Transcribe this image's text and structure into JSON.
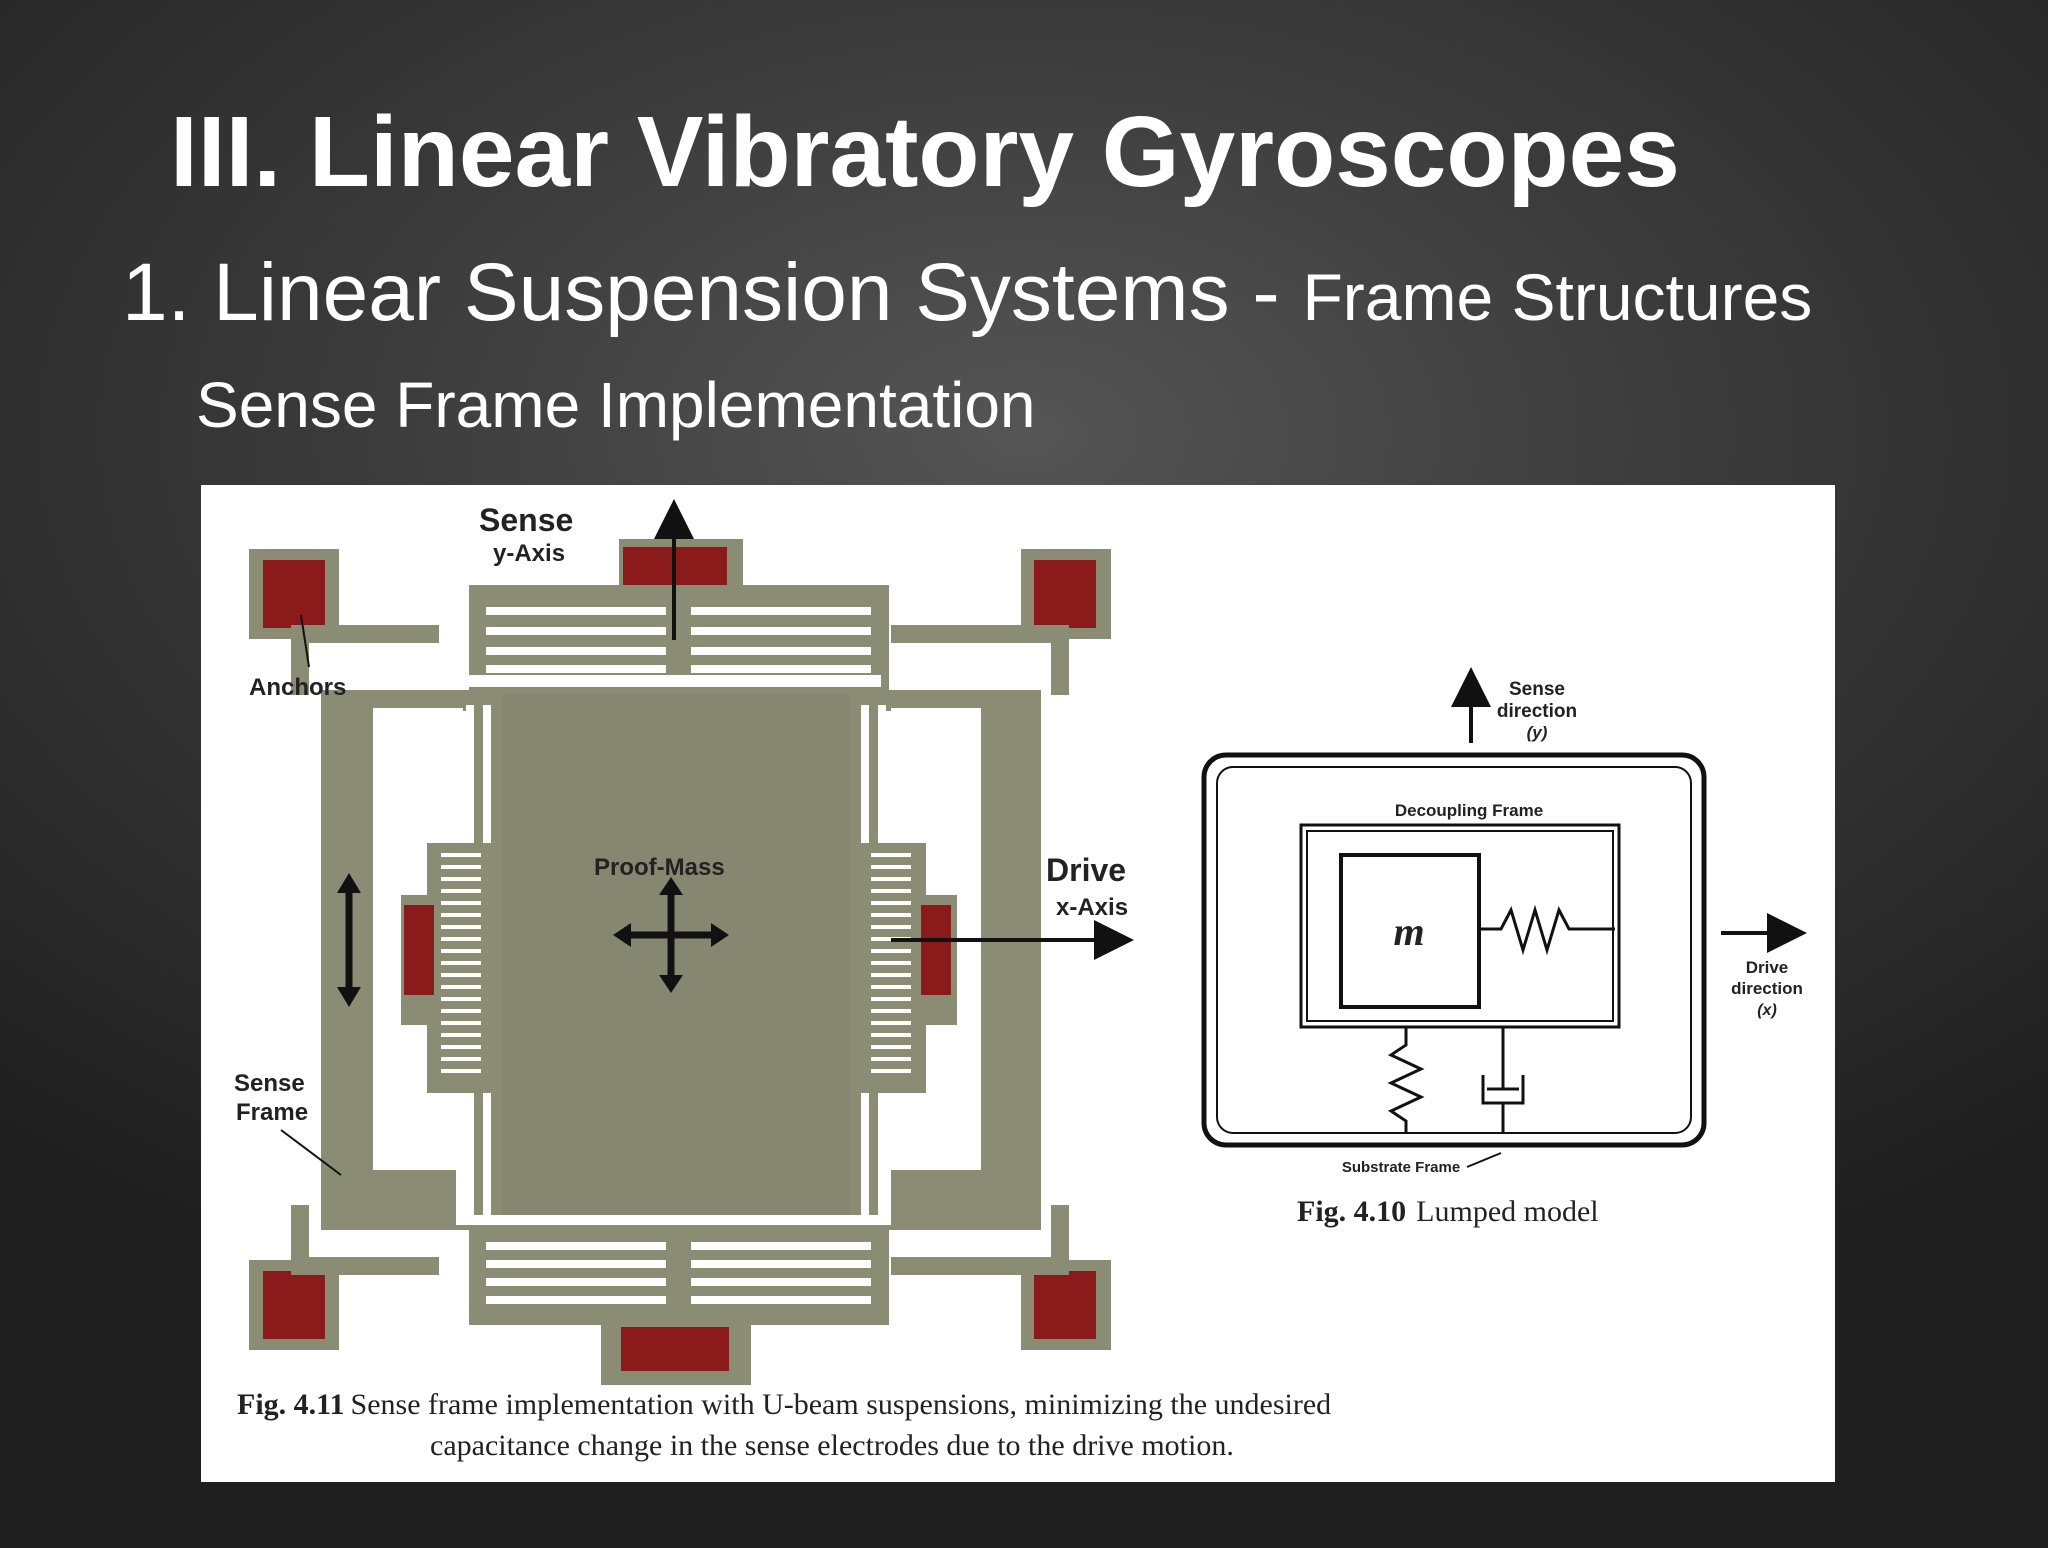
{
  "slide": {
    "title": "III. Linear Vibratory Gyroscopes",
    "subtitle_main": "1. Linear Suspension Systems - ",
    "subtitle_small": "Frame Structures",
    "subsubtitle": "Sense Frame Implementation"
  },
  "figure_4_11": {
    "labels": {
      "sense": "Sense",
      "y_axis": "y-Axis",
      "anchors": "Anchors",
      "proof_mass": "Proof-Mass",
      "drive": "Drive",
      "x_axis": "x-Axis",
      "sense_frame_1": "Sense",
      "sense_frame_2": "Frame"
    },
    "caption_number": "Fig. 4.11",
    "caption_line1": "Sense frame implementation with U-beam suspensions, minimizing the undesired",
    "caption_line2": "capacitance change in the sense electrodes due to the drive motion.",
    "colors": {
      "structure": "#8a8c74",
      "anchor": "#8b1a1a",
      "anchor_border": "#8a8c74"
    }
  },
  "figure_4_10": {
    "labels": {
      "sense_dir_1": "Sense",
      "sense_dir_2": "direction",
      "sense_dir_3": "(y)",
      "decoupling_frame": "Decoupling Frame",
      "mass": "m",
      "drive_dir_1": "Drive",
      "drive_dir_2": "direction",
      "drive_dir_3": "(x)",
      "substrate_frame": "Substrate Frame"
    },
    "caption_number": "Fig. 4.10",
    "caption_text": "Lumped model"
  }
}
